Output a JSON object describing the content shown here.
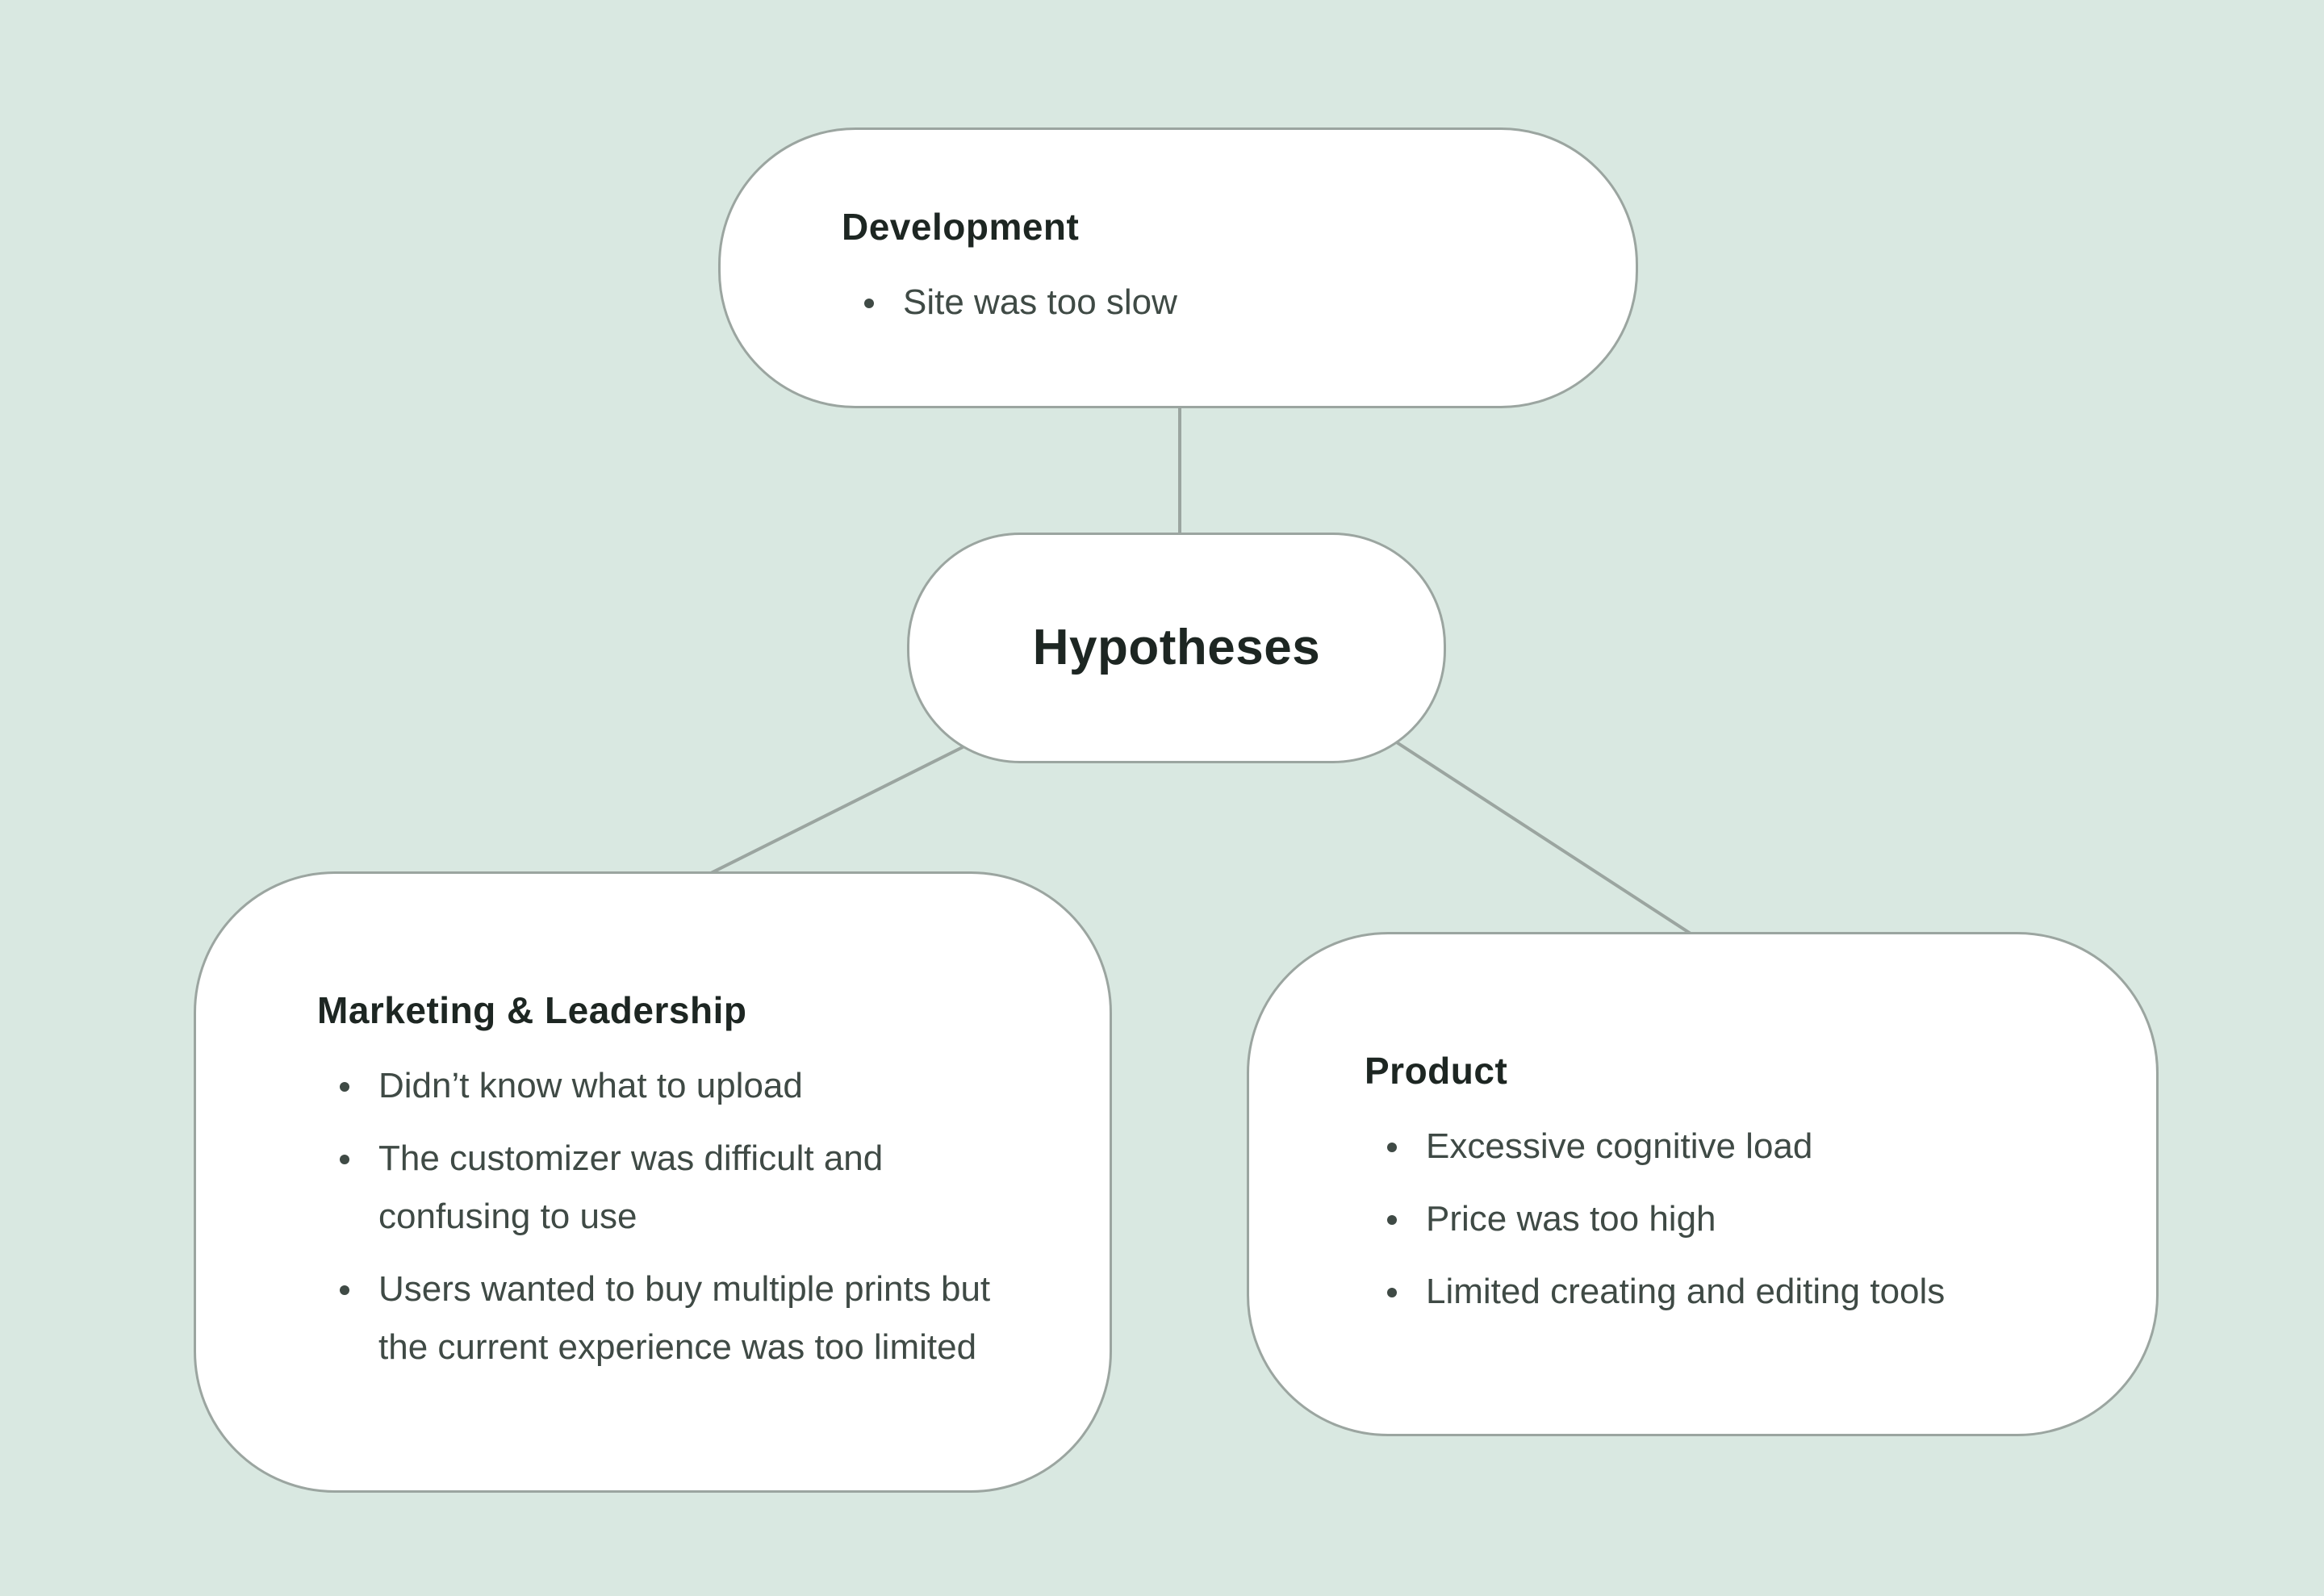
{
  "colors": {
    "background": "#d9e8e1",
    "node_fill": "#ffffff",
    "node_border": "#9ba5a0",
    "connector": "#9ba5a0",
    "heading_text": "#1d2622",
    "body_text": "#3f4a45"
  },
  "diagram": {
    "center": {
      "title": "Hypotheses"
    },
    "development": {
      "title": "Development",
      "bullets": [
        "Site was too slow"
      ]
    },
    "marketing": {
      "title": "Marketing & Leadership",
      "bullets": [
        "Didn’t know what to upload",
        "The customizer was difficult and confusing to use",
        "Users wanted to buy multiple prints but the current experience was too limited"
      ]
    },
    "product": {
      "title": "Product",
      "bullets": [
        "Excessive cognitive load",
        "Price was too high",
        "Limited creating and editing tools"
      ]
    }
  }
}
